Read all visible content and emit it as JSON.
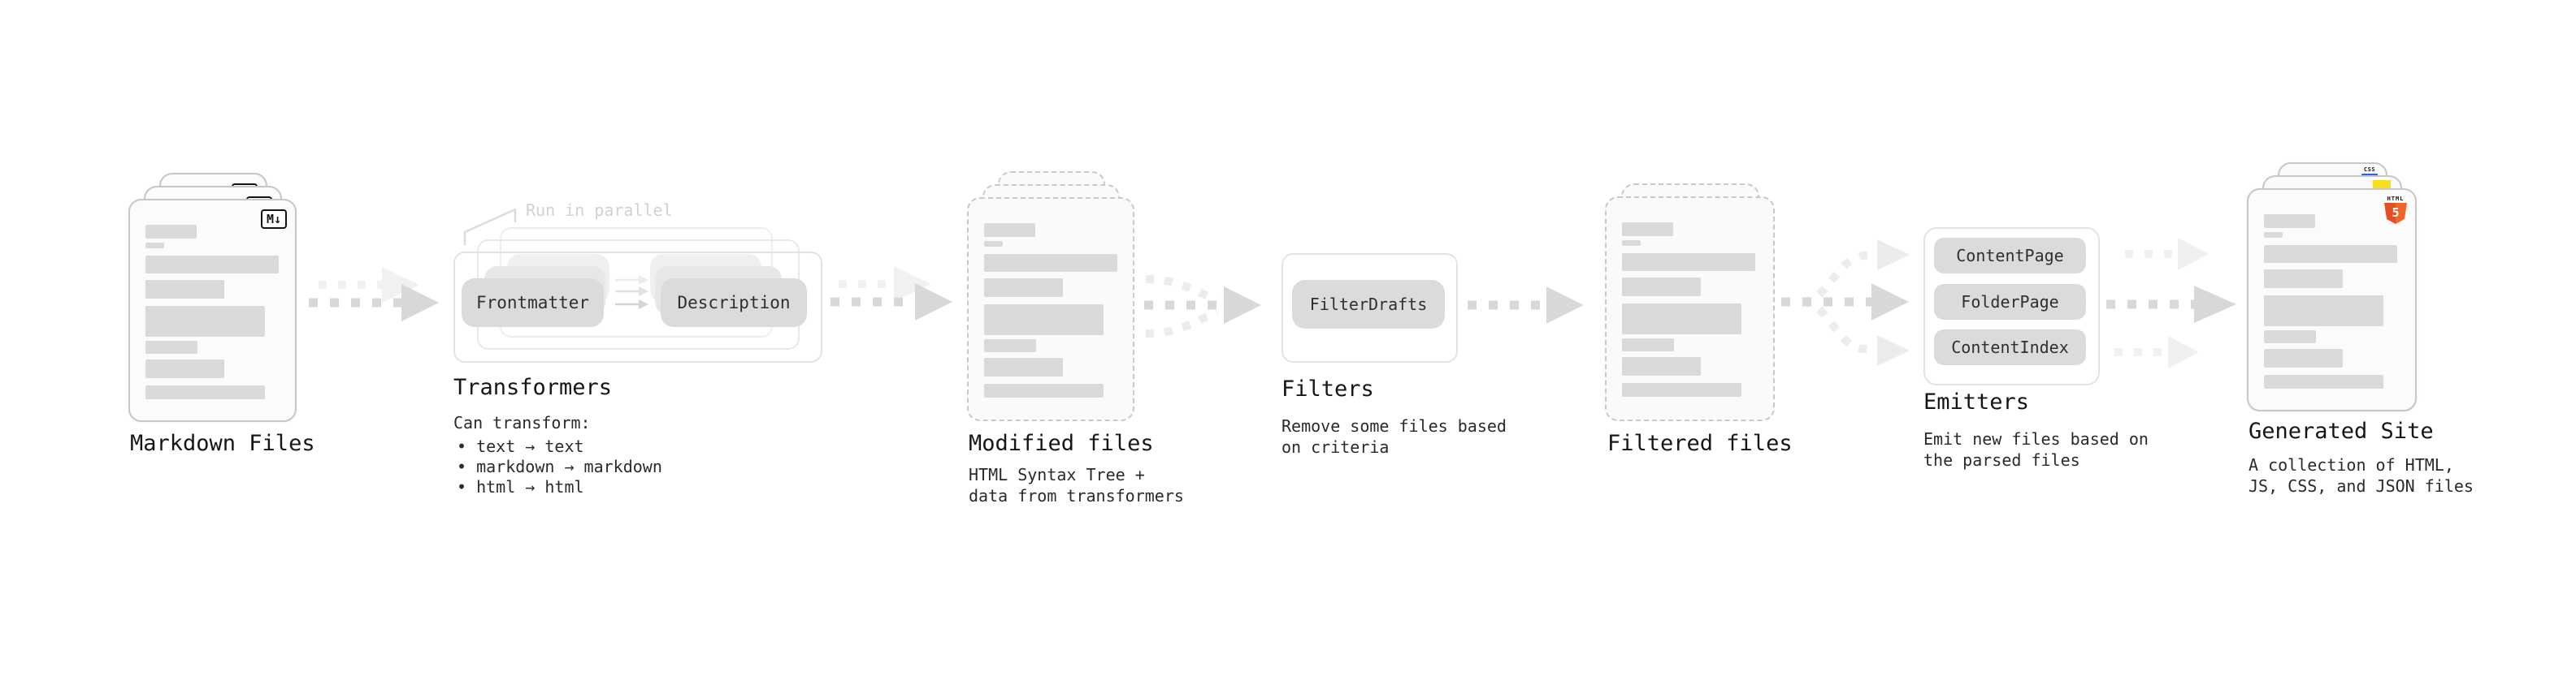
{
  "icons": {
    "markdown": "M↓",
    "html5_label": "HTML",
    "html5_digit": "5",
    "css_label": "CSS"
  },
  "colors": {
    "html5_orange": "#e44d26",
    "js_yellow": "#f7df1e",
    "css_blue": "#2962ff",
    "doc_bar_gray": "#d9d9d9",
    "arrow_gray": "#d8d8d8",
    "arrow_ghost_gray": "#f0f0f0"
  },
  "stages": {
    "markdown_files": {
      "label": "Markdown Files"
    },
    "transformers": {
      "title": "Transformers",
      "note": "Run in parallel",
      "pill_left": "Frontmatter",
      "pill_right": "Description",
      "desc_heading": "Can transform:",
      "bullets": [
        "• text → text",
        "• markdown → markdown",
        "• html → html"
      ]
    },
    "modified_files": {
      "label": "Modified files",
      "desc": "HTML Syntax Tree +\ndata from transformers"
    },
    "filters": {
      "title": "Filters",
      "pill": "FilterDrafts",
      "desc": "Remove some files based\non criteria"
    },
    "filtered_files": {
      "label": "Filtered files"
    },
    "emitters": {
      "title": "Emitters",
      "pills": [
        "ContentPage",
        "FolderPage",
        "ContentIndex"
      ],
      "desc": "Emit new files based on\nthe parsed files"
    },
    "generated_site": {
      "label": "Generated Site",
      "desc": "A collection of HTML,\nJS, CSS, and JSON files"
    }
  }
}
